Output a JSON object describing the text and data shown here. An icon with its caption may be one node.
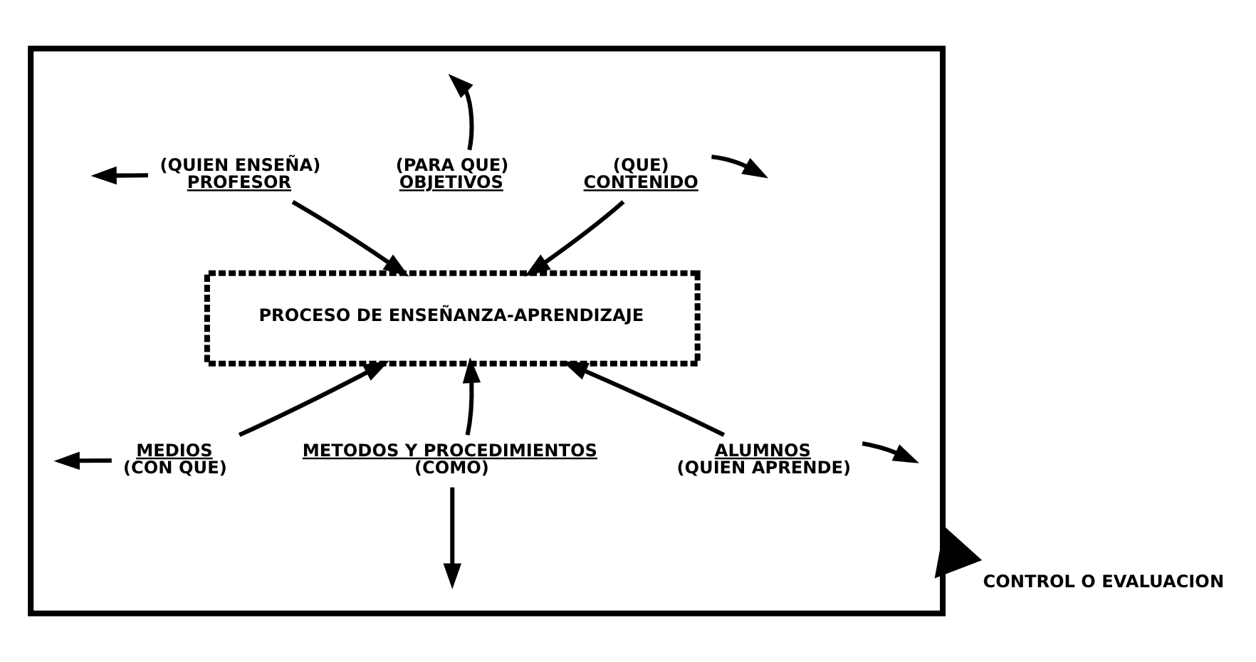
{
  "diagram": {
    "nodes": [
      {
        "text": [],
        "shape": "box"
      },
      {
        "text": [
          "(QUIEN ENSEÑA)",
          "PROFESOR"
        ],
        "in": 0
      },
      {
        "text": [
          "(PARA QUE)",
          "OBJETIVOS"
        ],
        "in": 0
      },
      {
        "text": [
          "(QUE)",
          "CONTENIDO"
        ],
        "in": 0
      },
      {
        "text": [
          "PROCESO DE ENSEÑANZA-APRENDIZAJE"
        ],
        "in": 0
      },
      {
        "text": [
          "MEDIOS",
          "(CON QUE)"
        ],
        "in": 0
      },
      {
        "text": [
          "METODOS Y PROCEDIMIENTOS",
          "(COMO)"
        ],
        "in": 0
      },
      {
        "text": [
          "ALUMNOS",
          "(QUIEN APRENDE)"
        ],
        "in": 0
      },
      {
        "text": [
          "CONTROL O EVALUACION"
        ]
      }
    ],
    "edges": [
      {
        "from": 1,
        "to": null,
        "arrow": "to"
      },
      {
        "from": 1,
        "to": 4,
        "arrow": "to"
      },
      {
        "from": 2,
        "to": null,
        "arrow": "to"
      },
      {
        "from": 3,
        "to": null,
        "arrow": "to"
      },
      {
        "from": 3,
        "to": 4,
        "arrow": "to"
      },
      {
        "from": 5,
        "to": null,
        "arrow": "to"
      },
      {
        "from": 5,
        "to": 4,
        "arrow": "to"
      },
      {
        "from": 6,
        "to": 4,
        "arrow": "to"
      },
      {
        "from": 6,
        "to": null,
        "arrow": "to"
      },
      {
        "from": 7,
        "to": null,
        "arrow": "to"
      },
      {
        "from": 7,
        "to": 4,
        "arrow": "to"
      },
      {
        "from": 0,
        "to": 8,
        "arrow": "to",
        "style": "thick"
      }
    ]
  }
}
